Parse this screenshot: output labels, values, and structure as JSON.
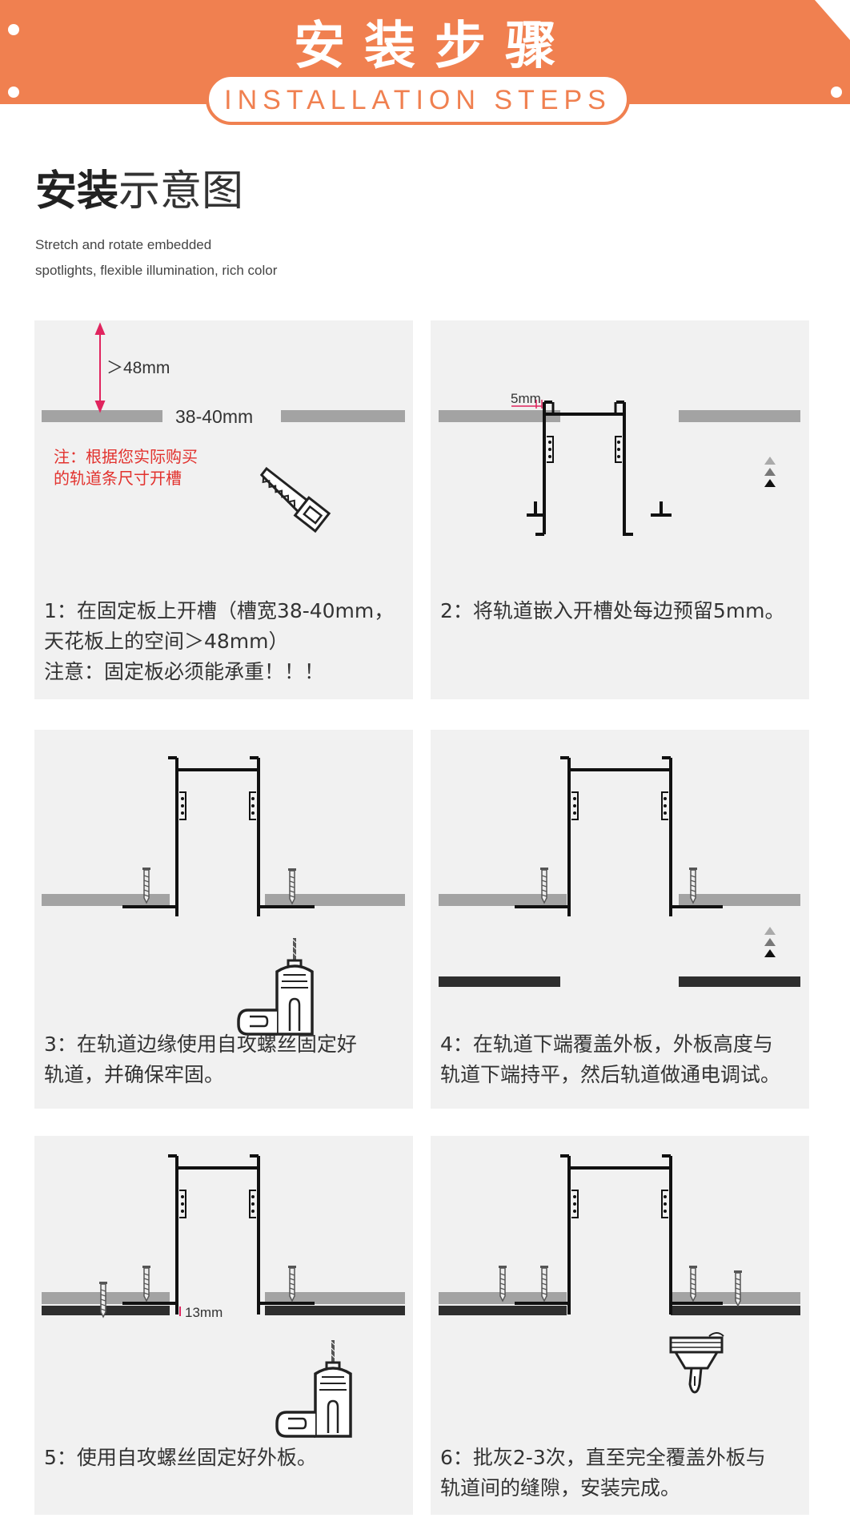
{
  "banner": {
    "title": "安装步骤",
    "subtitle": "INSTALLATION STEPS"
  },
  "section": {
    "title_bold": "安装",
    "title_rest": "示意图",
    "desc_line1": "Stretch and rotate embedded",
    "desc_line2": "spotlights, flexible illumination, rich color"
  },
  "colors": {
    "banner": "#f08050",
    "panel": "#f1f1f1",
    "board": "#a3a3a3",
    "cover": "#333333",
    "note": "#e2322e",
    "dimension": "#e0245e"
  },
  "steps": [
    {
      "id": 1,
      "caption_line1": "1：在固定板上开槽（槽宽38-40mm，",
      "caption_line2": "天花板上的空间＞48mm）",
      "caption_line3": "注意：固定板必须能承重！！！",
      "labels": {
        "height": "＞48mm",
        "width": "38-40mm",
        "note_line1": "注：根据您实际购买",
        "note_line2": "的轨道条尺寸开槽"
      }
    },
    {
      "id": 2,
      "caption_line1": "2：将轨道嵌入开槽处每边预留5mm。",
      "labels": {
        "gap": "5mm"
      }
    },
    {
      "id": 3,
      "caption_line1": "3：在轨道边缘使用自攻螺丝固定好",
      "caption_line2": "轨道，并确保牢固。"
    },
    {
      "id": 4,
      "caption_line1": "4：在轨道下端覆盖外板，外板高度与",
      "caption_line2": "轨道下端持平，然后轨道做通电调试。"
    },
    {
      "id": 5,
      "caption_line1": "5：使用自攻螺丝固定好外板。",
      "labels": {
        "depth": "13mm"
      }
    },
    {
      "id": 6,
      "caption_line1": "6：批灰2-3次，直至完全覆盖外板与",
      "caption_line2": "轨道间的缝隙，安装完成。"
    }
  ]
}
